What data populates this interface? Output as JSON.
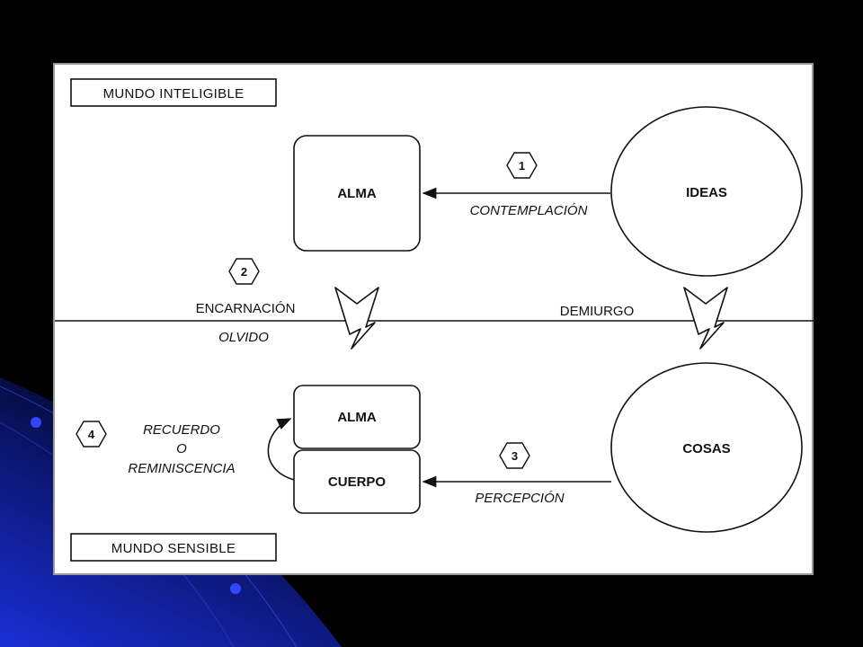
{
  "colors": {
    "background": "#000000",
    "accent_blue": "#1a2fd6",
    "slide": "#ffffff",
    "ink": "#111111"
  },
  "diagram": {
    "worlds": {
      "intelligible": "MUNDO INTELIGIBLE",
      "sensible": "MUNDO SENSIBLE"
    },
    "nodes": {
      "alma_top": "ALMA",
      "ideas": "IDEAS",
      "alma_bottom": "ALMA",
      "cuerpo": "CUERPO",
      "cosas": "COSAS"
    },
    "steps": [
      {
        "number": "1",
        "label": "CONTEMPLACIÓN"
      },
      {
        "number": "2",
        "label": "ENCARNACIÓN",
        "sublabel": "OLVIDO"
      },
      {
        "number": "3",
        "label": "PERCEPCIÓN"
      },
      {
        "number": "4",
        "label_lines": [
          "RECUERDO",
          "O",
          "REMINISCENCIA"
        ]
      }
    ],
    "demiurgo": "DEMIURGO"
  }
}
